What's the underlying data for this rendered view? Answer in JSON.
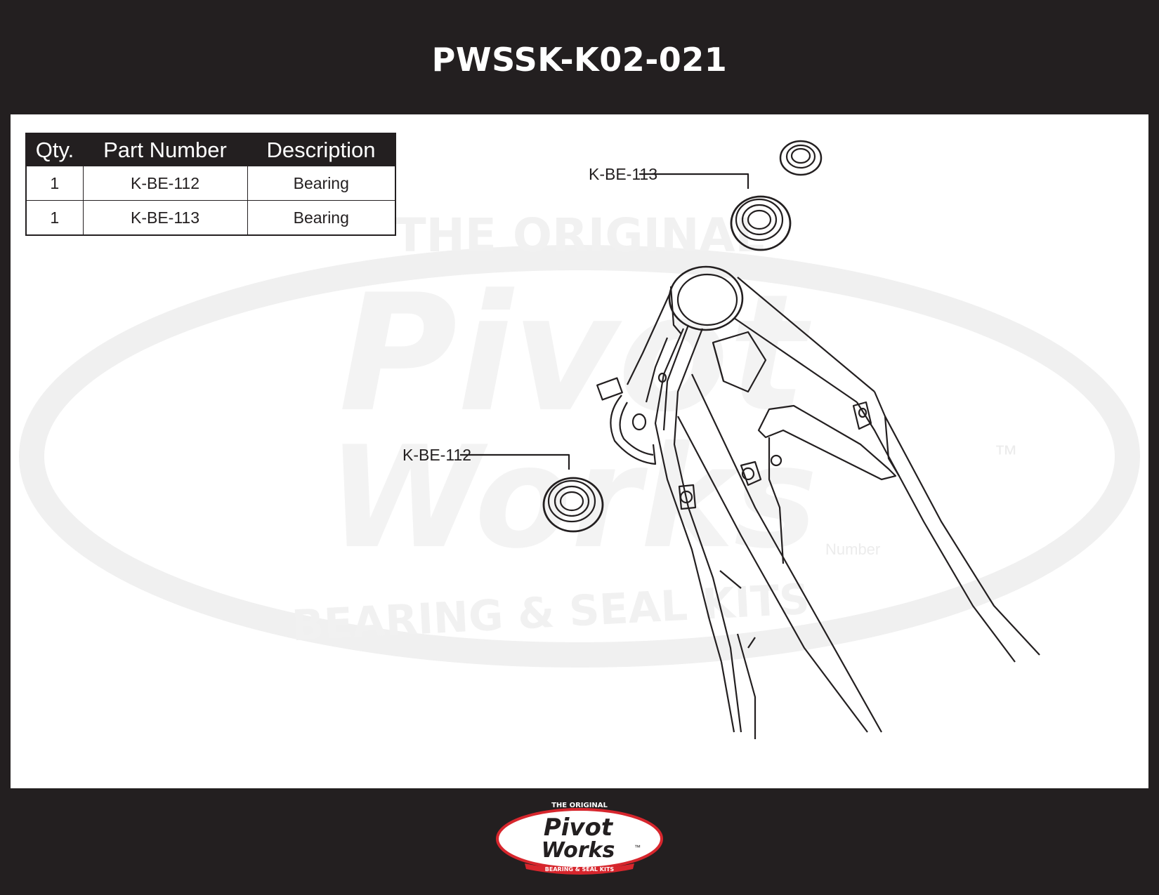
{
  "header": {
    "title": "PWSSK-K02-021"
  },
  "parts_table": {
    "columns": [
      "Qty.",
      "Part Number",
      "Description"
    ],
    "rows": [
      {
        "qty": "1",
        "part_number": "K-BE-112",
        "description": "Bearing"
      },
      {
        "qty": "1",
        "part_number": "K-BE-113",
        "description": "Bearing"
      }
    ]
  },
  "callouts": {
    "upper": "K-BE-113",
    "lower": "K-BE-112"
  },
  "watermark": {
    "top_text": "THE ORIGINAL",
    "brand_line1": "Pivot",
    "brand_line2": "Works",
    "trademark": "™",
    "bottom_text": "BEARING & SEAL KITS",
    "ghost_text": "Number"
  },
  "footer_logo": {
    "top_text": "THE ORIGINAL",
    "line1": "Pivot",
    "line2": "Works",
    "tm": "™",
    "bottom_text": "BEARING & SEAL KITS"
  },
  "colors": {
    "background": "#231f20",
    "panel": "#ffffff",
    "watermark": "#f1f1f1",
    "logo_red": "#d7262d"
  }
}
